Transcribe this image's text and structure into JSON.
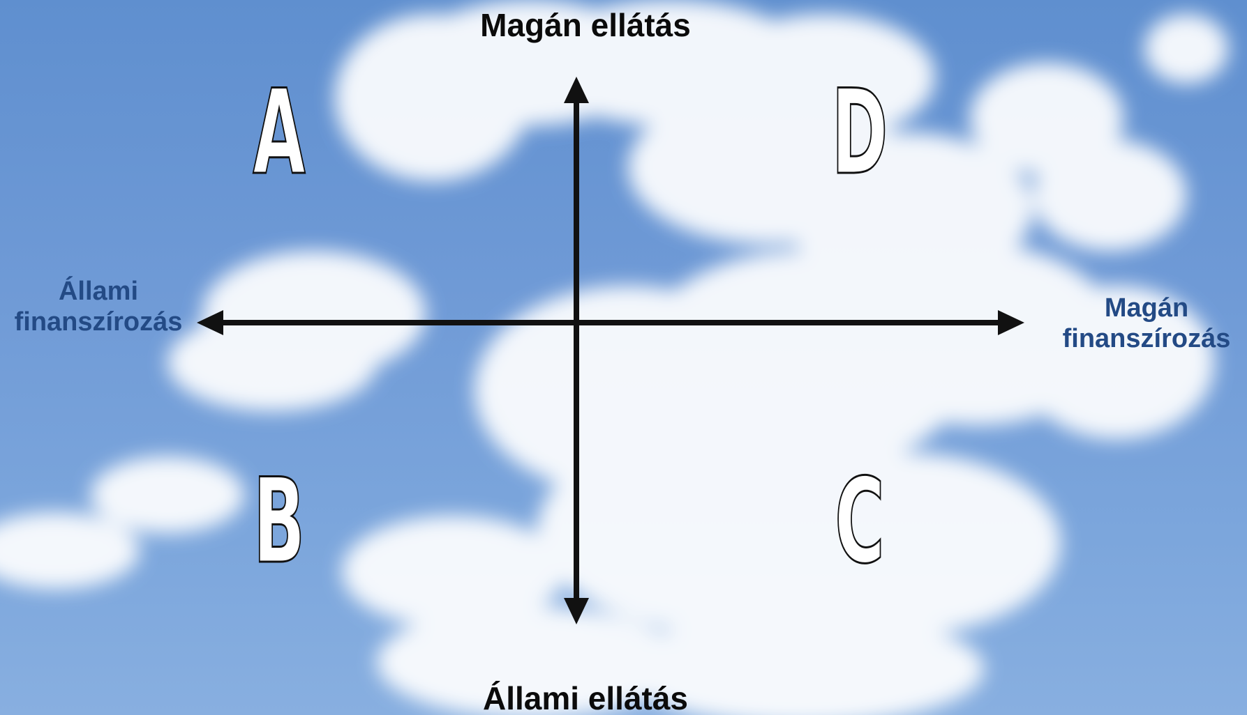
{
  "quadrants": {
    "top_left": "A",
    "bottom_left": "B",
    "bottom_right": "C",
    "top_right": "D"
  },
  "axes": {
    "vertical_top": "Magán ellátás",
    "vertical_bottom": "Állami ellátás",
    "horizontal_left_line1": "Állami",
    "horizontal_left_line2": "finanszírozás",
    "horizontal_right_line1": "Magán",
    "horizontal_right_line2": "finanszírozás"
  },
  "colors": {
    "axis_line": "#111111",
    "vertical_label": "#0b0b0b",
    "horizontal_label": "#234a85",
    "quadrant_fill": "#ffffff",
    "sky": "#6f9ad6"
  }
}
